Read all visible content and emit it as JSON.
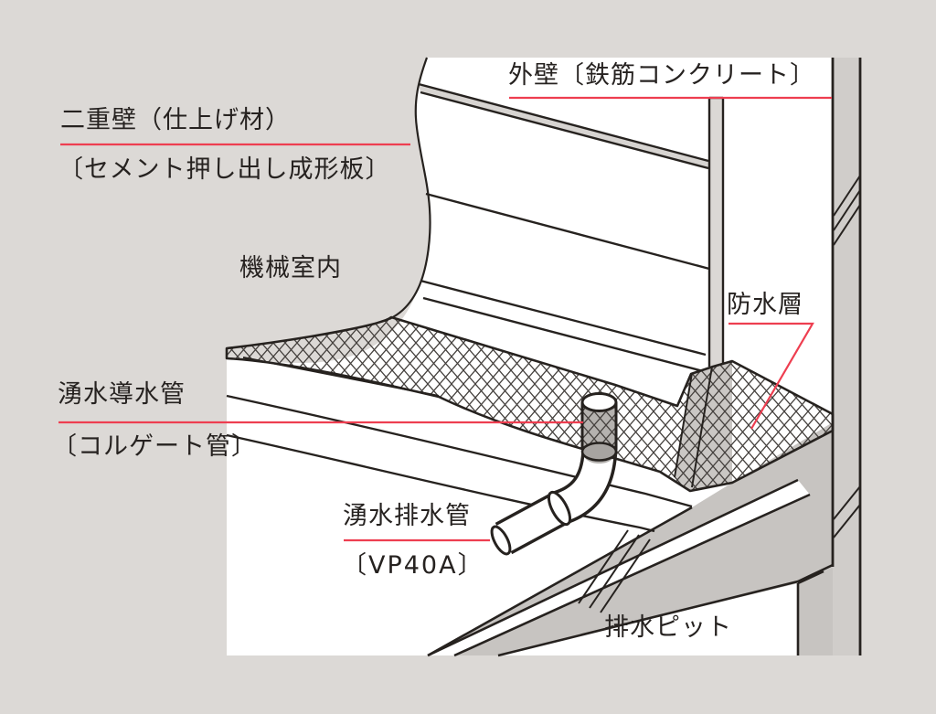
{
  "diagram": {
    "type": "architectural-detail-isometric",
    "labels": {
      "exterior_wall": "外壁〔鉄筋コンクリート〕",
      "double_wall": "二重壁（仕上げ材）",
      "cement_board": "〔セメント押し出し成形板〕",
      "machine_room": "機械室内",
      "spring_water_conduit": "湧水導水管",
      "corrugated_pipe": "〔コルゲート管〕",
      "spring_water_drain": "湧水排水管",
      "vp40a": "〔VP40A〕",
      "waterproof_layer": "防水層",
      "drain_pit": "排水ピット"
    },
    "colors": {
      "background": "#dcd9d6",
      "paper_white": "#ffffff",
      "concrete_gray": "#c7c4c1",
      "wall_band_gray": "#d0cdca",
      "board_cap_gray": "#d7d4d1",
      "curb_gray": "#cac7c4",
      "pipe_body_gray": "#b5b2af",
      "pipe_shadow_gray": "#a7a4a1",
      "line_black": "#26221f",
      "leader_red": "#ee3e50"
    }
  }
}
